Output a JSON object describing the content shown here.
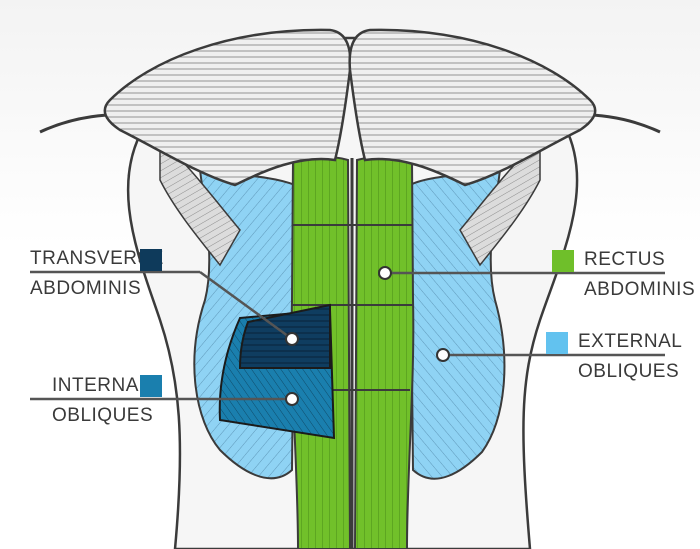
{
  "labels": {
    "transverse_abdominis": {
      "line1": "TRANSVERSE",
      "line2": "ABDOMINIS",
      "color": "#0e3a5b"
    },
    "internal_obliques": {
      "line1": "INTERNAL",
      "line2": "OBLIQUES",
      "color": "#1a7fae"
    },
    "rectus_abdominis": {
      "line1": "RECTUS",
      "line2": "ABDOMINIS",
      "color": "#6fbf2a"
    },
    "external_obliques": {
      "line1": "EXTERNAL",
      "line2": "OBLIQUES",
      "color": "#62c2ef"
    }
  },
  "colors": {
    "pectoral": "#efefef",
    "serratus": "#dedede",
    "outline": "#3b3b3b",
    "rectus_dark": "#4f9a1c"
  }
}
